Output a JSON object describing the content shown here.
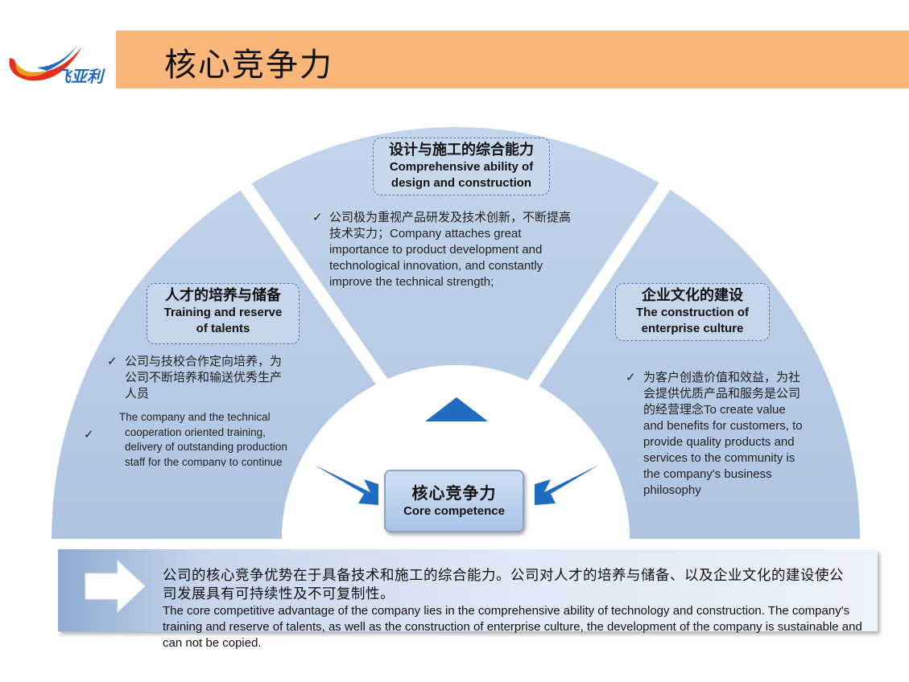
{
  "header": {
    "title": "核心竞争力",
    "logo_text": "飞亚利",
    "bar_color": "#fbb77a"
  },
  "segments": {
    "left": {
      "title_cn": "人才的培养与储备",
      "title_en_1": "Training and reserve",
      "title_en_2": "of talents",
      "bullet_cn": [
        "公司与技校合作定向培养，为",
        "公司不断培养和输送优秀生产",
        "人员"
      ],
      "bullet_en": [
        "The company and the technical",
        "cooperation oriented training,",
        "delivery of outstanding production",
        "staff for the company to continue"
      ]
    },
    "middle": {
      "title_cn": "设计与施工的综合能力",
      "title_en_1": "Comprehensive ability of",
      "title_en_2": "design and construction",
      "bullet": [
        "公司极为重视产品研发及技术创新，不断提高",
        "技术实力；Company attaches great",
        "importance to product development and",
        "technological innovation, and constantly",
        "improve the technical strength;"
      ]
    },
    "right": {
      "title_cn": "企业文化的建设",
      "title_en_1": "The construction of",
      "title_en_2": "enterprise culture",
      "bullet": [
        "为客户创造价值和效益，为社",
        "会提供优质产品和服务是公司",
        "的经营理念To create value",
        "and benefits for customers, to",
        "provide quality products and",
        "services to the community is",
        "the company's business",
        "philosophy"
      ]
    }
  },
  "core": {
    "title_cn": "核心竞争力",
    "title_en": "Core competence"
  },
  "summary": {
    "cn": "公司的核心竞争优势在于具备技术和施工的综合能力。公司对人才的培养与储备、以及企业文化的建设使公司发展具有可持续性及不可复制性。",
    "en": "The core competitive advantage of the company lies in the comprehensive ability of technology and construction. The company's training and reserve of talents, as well as the construction of enterprise culture, the development of the company is sustainable and can not be copied."
  },
  "colors": {
    "segment_fill": "#b9cde6",
    "arrow_blue": "#1f6cc0",
    "accent_red": "#e3301c"
  },
  "icons": {
    "check": "✓",
    "logo": "swoosh-logo-icon",
    "summary_arrow": "right-arrow-icon"
  }
}
